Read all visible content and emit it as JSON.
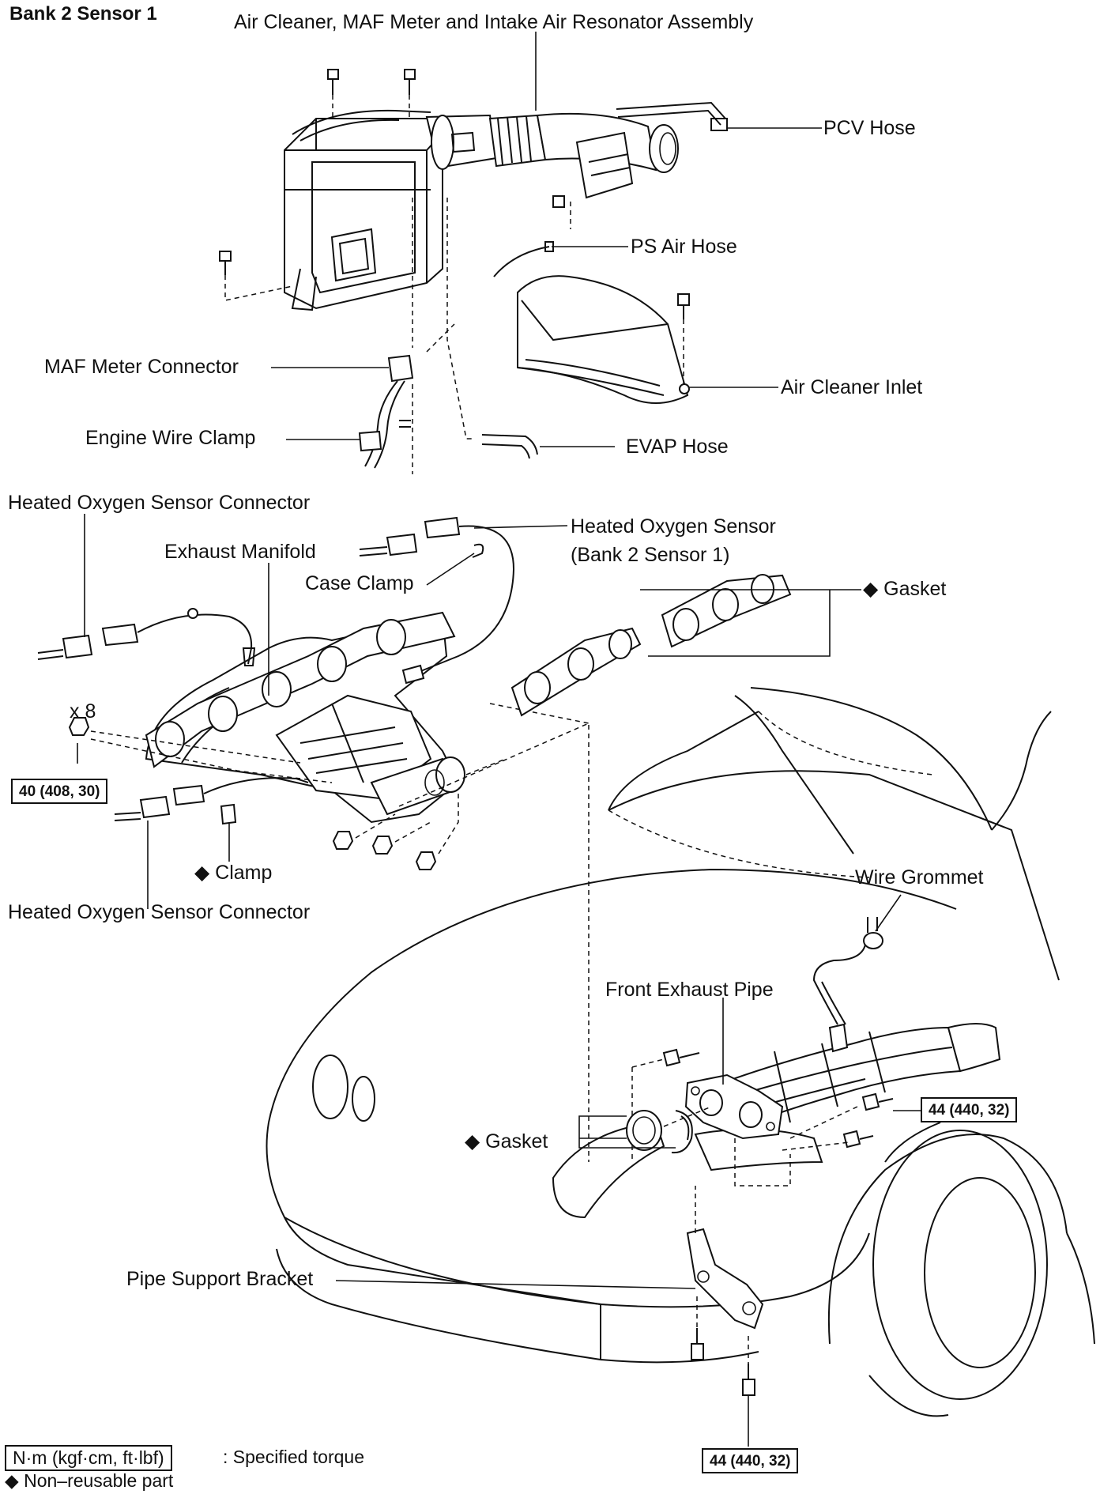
{
  "header": {
    "title": "Bank 2 Sensor 1"
  },
  "labels": {
    "air_cleaner_assembly": "Air Cleaner, MAF Meter and Intake Air Resonator Assembly",
    "pcv_hose": "PCV Hose",
    "ps_air_hose": "PS Air Hose",
    "air_cleaner_inlet": "Air Cleaner Inlet",
    "maf_meter_connector": "MAF Meter Connector",
    "engine_wire_clamp": "Engine Wire Clamp",
    "evap_hose": "EVAP Hose",
    "ho2s_connector_top": "Heated Oxygen Sensor Connector",
    "exhaust_manifold": "Exhaust Manifold",
    "heated_oxygen_sensor": "Heated Oxygen Sensor",
    "heated_oxygen_sensor_sub": "(Bank 2 Sensor 1)",
    "case_clamp": "Case Clamp",
    "gasket_upper": "◆ Gasket",
    "x8": "x 8",
    "clamp": "◆ Clamp",
    "ho2s_connector_bottom": "Heated Oxygen Sensor Connector",
    "wire_grommet": "Wire Grommet",
    "front_exhaust_pipe": "Front Exhaust Pipe",
    "gasket_lower": "◆ Gasket",
    "pipe_support_bracket": "Pipe Support Bracket"
  },
  "torques": {
    "manifold_nuts": "40 (408, 30)",
    "exhaust_pipe_bolts": "44 (440, 32)",
    "bracket_bolt": "44 (440, 32)"
  },
  "legend": {
    "torque_box": "N·m (kgf·cm, ft·lbf)",
    "torque_desc": ": Specified torque",
    "non_reusable": "◆ Non–reusable part"
  }
}
